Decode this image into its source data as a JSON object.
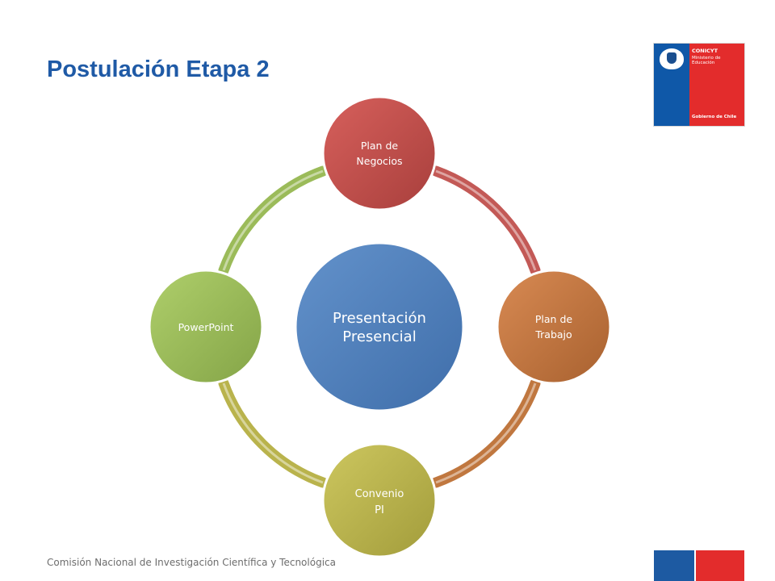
{
  "slide": {
    "title": "Postulación Etapa 2",
    "footer": "Comisión Nacional de Investigación Científica y Tecnológica"
  },
  "logo": {
    "org": "CONICYT",
    "ministry": "Ministerio de Educación",
    "government": "Gobierno de Chile"
  },
  "diagram": {
    "center": {
      "label_line1": "Presentación",
      "label_line2": "Presencial",
      "color": "#4f81bd"
    },
    "nodes": [
      {
        "id": "top",
        "line1": "Plan de",
        "line2": "Negocios",
        "color": "#c0504d"
      },
      {
        "id": "right",
        "line1": "Plan de",
        "line2": "Trabajo",
        "color": "#c0773f"
      },
      {
        "id": "bottom",
        "line1": "Convenio",
        "line2": "PI",
        "color": "#b9b34c"
      },
      {
        "id": "left",
        "line1": "PowerPoint",
        "line2": "",
        "color": "#9bbb59"
      }
    ]
  },
  "colors": {
    "title": "#1f5aa6",
    "brand_blue": "#0f58a8",
    "brand_red": "#e32c2c"
  }
}
